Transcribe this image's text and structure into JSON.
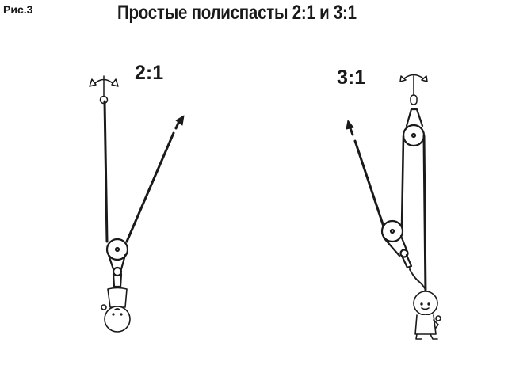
{
  "figure": {
    "label": "Рис.3",
    "title": "Простые полиспасты 2:1 и 3:1"
  },
  "diagrams": [
    {
      "id": "pulley-2-1",
      "ratio_label": "2:1",
      "description": "anchor, rope down to moving pulley attached to load, pull rope upward-right with arrow"
    },
    {
      "id": "pulley-3-1",
      "ratio_label": "3:1",
      "description": "anchor with fixed pulley, moving pulley with grab, load attached to rope, pull rope upward-left with arrow"
    }
  ],
  "colors": {
    "ink": "#1a1a1a",
    "background": "#ffffff"
  }
}
